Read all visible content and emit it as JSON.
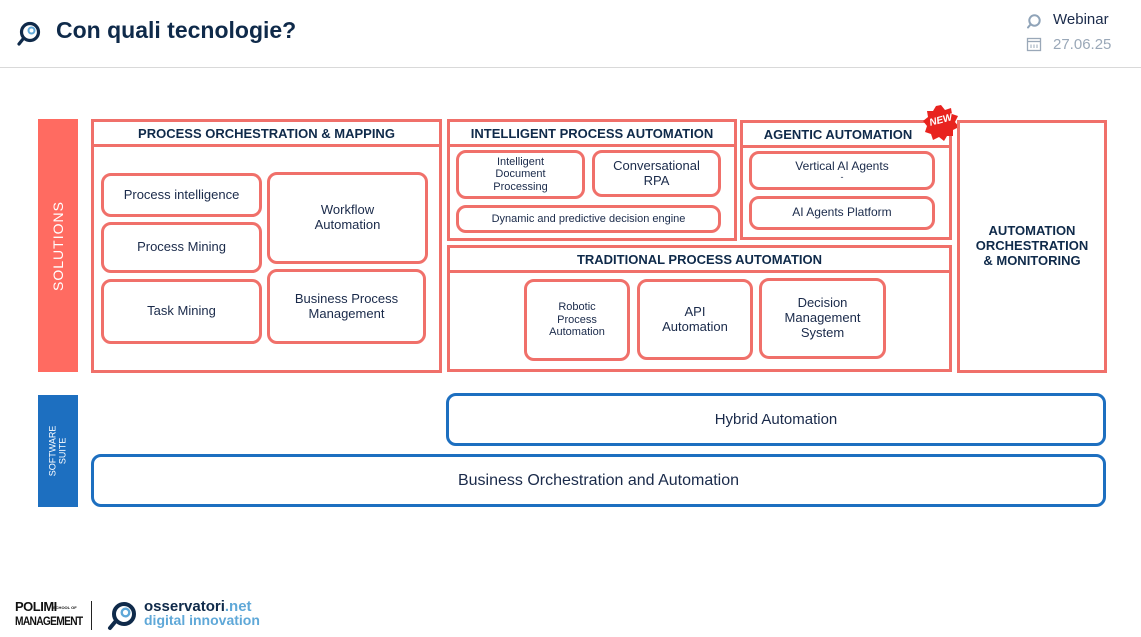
{
  "header": {
    "title": "Con quali tecnologie?",
    "event_label": "Webinar",
    "date": "27.06.25"
  },
  "colors": {
    "accent_red": "#f0706a",
    "side_red": "#ff6b61",
    "accent_blue": "#1d6fc0",
    "navy": "#0f2a4a"
  },
  "side": {
    "solutions": "SOLUTIONS",
    "software_suite_1": "SOFTWARE",
    "software_suite_2": "SUITE"
  },
  "process_orchestration": {
    "header": "PROCESS ORCHESTRATION & MAPPING",
    "items": {
      "process_intelligence": "Process intelligence",
      "workflow_automation": "Workflow Automation",
      "process_mining": "Process Mining",
      "task_mining": "Task Mining",
      "bpm": "Business Process Management"
    }
  },
  "ipa": {
    "header": "INTELLIGENT PROCESS AUTOMATION",
    "items": {
      "idp": "Intelligent Document Processing",
      "conversational_rpa": "Conversational RPA",
      "decision_engine": "Dynamic and predictive decision engine"
    }
  },
  "agentic": {
    "header": "AGENTIC AUTOMATION",
    "badge": "NEW",
    "items": {
      "vertical_agents": "Vertical AI Agents",
      "vertical_dash": "-",
      "agents_platform": "AI Agents Platform"
    }
  },
  "traditional": {
    "header": "TRADITIONAL PROCESS AUTOMATION",
    "items": {
      "rpa": "Robotic Process Automation",
      "api": "API Automation",
      "dms": "Decision Management System"
    }
  },
  "orchestration_monitoring": "AUTOMATION ORCHESTRATION & MONITORING",
  "suite": {
    "hybrid": "Hybrid Automation",
    "boa": "Business Orchestration and Automation"
  },
  "footer": {
    "polimi_1": "POLIMI",
    "polimi_2": "MANAGEMENT",
    "polimi_small_1": "SCHOOL OF",
    "osservatori": "osservatori",
    "dotnet": ".net",
    "digital": "digital innovation"
  }
}
